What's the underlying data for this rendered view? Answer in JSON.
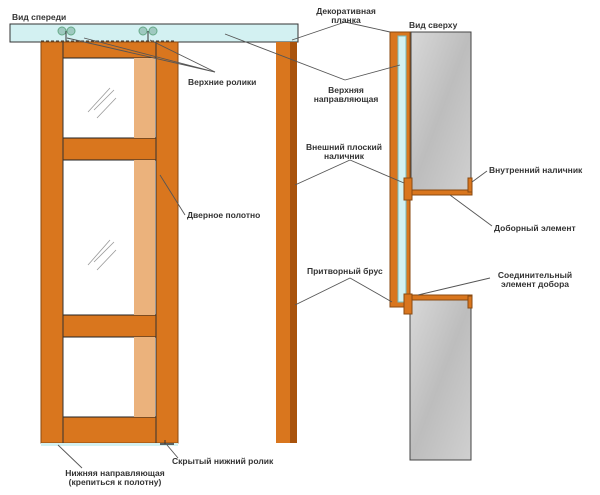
{
  "labels": {
    "front_view": "Вид спереди",
    "top_view": "Вид сверху",
    "upper_rollers": "Верхние ролики",
    "door_leaf": "Дверное полотно",
    "lower_guide_1": "Нижняя направляющая",
    "lower_guide_2": "(крепиться к полотну)",
    "hidden_lower_roller": "Скрытый нижний ролик",
    "decor_strip_1": "Декоративная",
    "decor_strip_2": "планка",
    "upper_guide_1": "Верхняя",
    "upper_guide_2": "направляющая",
    "outer_casing_1": "Внешний плоский",
    "outer_casing_2": "наличник",
    "inner_casing": "Внутренний наличник",
    "extension_element": "Доборный элемент",
    "stop_bar": "Притворный брус",
    "connector_1": "Соединительный",
    "connector_2": "элемент добора"
  },
  "colors": {
    "wood": "#d9761e",
    "wood_dark": "#a9530c",
    "wood_light": "#ebb27c",
    "rail": "#d3f1f2",
    "wall": "#c9c9c9"
  }
}
